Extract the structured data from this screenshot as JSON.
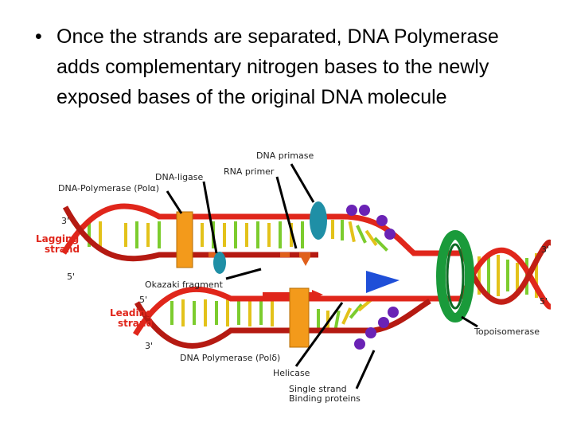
{
  "slide": {
    "bullet_text": "Once the strands are separated, DNA Polymerase adds complementary nitrogen bases to the newly exposed bases of the original DNA molecule"
  },
  "diagram": {
    "labels": {
      "dna_primase": "DNA primase",
      "dna_ligase": "DNA-ligase",
      "rna_primer": "RNA primer",
      "polymerase_alpha": "DNA-Polymerase (Polα)",
      "lagging_3prime": "3'",
      "lagging_strand_line1": "Lagging",
      "lagging_strand_line2": "strand",
      "lagging_5prime": "5'",
      "okazaki_fragment": "Okazaki fragment",
      "leading_5prime": "5'",
      "leading_strand_line1": "Leading",
      "leading_strand_line2": "strand",
      "leading_3prime": "3'",
      "polymerase_delta": "DNA Polymerase (Polδ)",
      "helicase": "Helicase",
      "ssb_line1": "Single strand",
      "ssb_line2": "Binding proteins",
      "topoisomerase": "Topoisomerase",
      "parent_3prime": "3'",
      "parent_5prime": "5'"
    },
    "colors": {
      "strand_red": "#e0261b",
      "new_strand_dark_red": "#b51a12",
      "base_green": "#7ccc2e",
      "base_yellow": "#e3c21a",
      "polymerase_orange": "#f39a1b",
      "topoisomerase_green": "#1a9a3a",
      "primase_teal": "#1f8fa6",
      "helicase_blue": "#1f4fd8",
      "ssb_purple": "#6a22b5",
      "primer_orange": "#e0601b"
    }
  }
}
